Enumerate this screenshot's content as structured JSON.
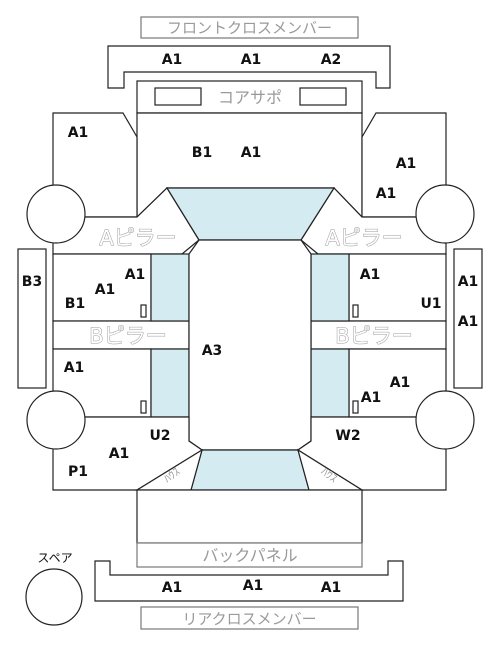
{
  "labels": {
    "front_cross_member": "フロントクロスメンバー",
    "core_support": "コアサポ",
    "a_pillar": "Aピラー",
    "b_pillar": "Bピラー",
    "back_panel": "バックパネル",
    "rear_cross_member": "リアクロスメンバー",
    "spare": "スペア",
    "tire_house": "ﾊｳｽ"
  },
  "codes": {
    "front_left": "A1",
    "front_center": "A1",
    "front_right": "A2",
    "fender_left": "A1",
    "hood_b": "B1",
    "hood_a": "A1",
    "fender_right_upper": "A1",
    "fender_right_lower": "A1",
    "left_outer": "B3",
    "front_door_left_a": "A1",
    "front_door_left_a2": "A1",
    "front_door_left_b": "B1",
    "roof": "A3",
    "front_door_right_a": "A1",
    "front_door_right_u": "U1",
    "right_outer_upper": "A1",
    "right_outer_lower": "A1",
    "rear_door_left": "A1",
    "rear_door_right_a": "A1",
    "rear_door_right_b": "A1",
    "quarter_left_u": "U2",
    "quarter_right_w": "W2",
    "quarter_left_a": "A1",
    "quarter_left_p": "P1",
    "rear_left": "A1",
    "rear_center": "A1",
    "rear_right": "A1"
  }
}
